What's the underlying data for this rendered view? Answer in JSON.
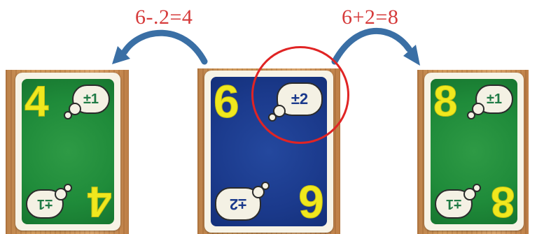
{
  "equations": {
    "left": "6-.2=4",
    "right": "6+2=8"
  },
  "cards": {
    "left": {
      "value": "4",
      "modifier": "±1",
      "color": "#1f8b3a"
    },
    "center": {
      "value": "6",
      "modifier": "±2",
      "color": "#1b3a8c"
    },
    "right": {
      "value": "8",
      "modifier": "±1",
      "color": "#1f8b3a"
    }
  },
  "colors": {
    "equation_text": "#d63b3b",
    "arrow": "#3a6fa5",
    "highlight_circle": "#e02424",
    "card_number": "#f0e81e"
  },
  "icons": [
    "curved-arrow-left-icon",
    "curved-arrow-right-icon",
    "highlight-circle"
  ]
}
